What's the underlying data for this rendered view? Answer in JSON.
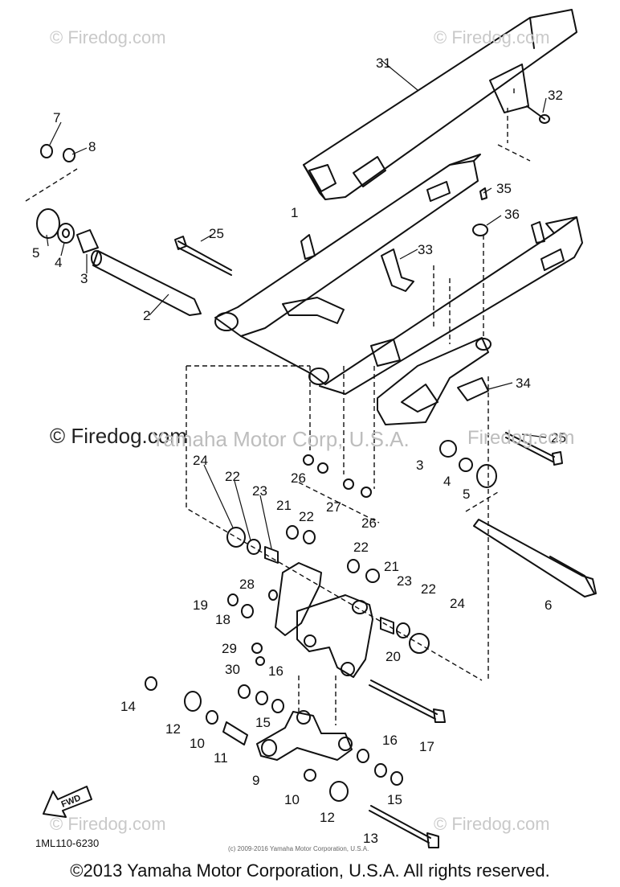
{
  "watermarks": {
    "top_left": "© Firedog.com",
    "top_right": "© Firedog.com",
    "mid_left": "© Firedog.com",
    "mid_center": "Yamaha Motor Corp, U.S.A.",
    "mid_right": "Firedog.com",
    "bottom_left": "© Firedog.com",
    "bottom_right": "© Firedog.com"
  },
  "callouts": [
    "1",
    "2",
    "3",
    "4",
    "5",
    "6",
    "7",
    "8",
    "9",
    "10",
    "11",
    "12",
    "13",
    "14",
    "15",
    "16",
    "17",
    "18",
    "19",
    "20",
    "21",
    "22",
    "23",
    "24",
    "25",
    "26",
    "27",
    "28",
    "29",
    "30",
    "31",
    "32",
    "33",
    "34",
    "35",
    "36"
  ],
  "fwd_label": "FWD",
  "part_code": "1ML110-6230",
  "inner_copyright": "(c) 2009-2016 Yamaha Motor Corporation, U.S.A.",
  "footer_copyright": "©2013 Yamaha Motor Corporation, U.S.A. All rights reserved."
}
